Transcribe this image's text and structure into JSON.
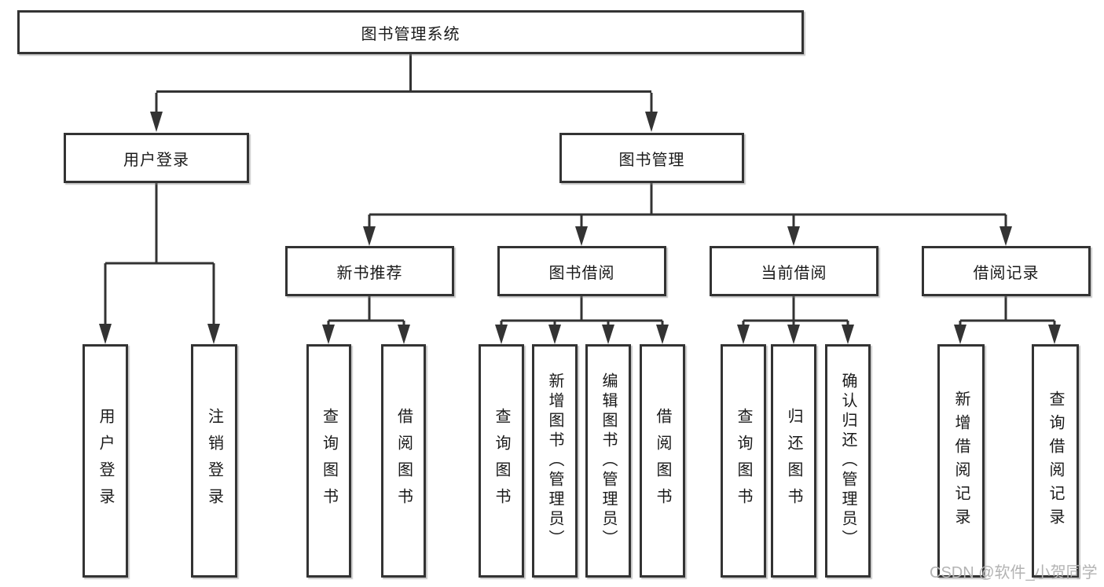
{
  "diagram": {
    "watermark": "CSDN @软件_小贺同学",
    "colors": {
      "background": "#ffffff",
      "line": "#333333",
      "box_border": "#333333",
      "text": "#1a1a1a",
      "watermark": "#b3b3b3"
    },
    "nodes": {
      "root": "图书管理系统",
      "user_login": "用户登录",
      "book_mgmt": "图书管理",
      "new_book_rec": "新书推荐",
      "book_borrow": "图书借阅",
      "current_borrow": "当前借阅",
      "borrow_records": "借阅记录",
      "leaf_user_login": "用户登录",
      "leaf_logout": "注销登录",
      "rec_query_book": "查询图书",
      "rec_borrow_book": "借阅图书",
      "bb_query_book": "查询图书",
      "bb_add_book_admin": "新增图书（管理员）",
      "bb_edit_book_admin": "编辑图书（管理员）",
      "bb_borrow_book": "借阅图书",
      "cb_query_book": "查询图书",
      "cb_return_book": "归还图书",
      "cb_confirm_return_admin": "确认归还（管理员）",
      "br_add_record": "新增借阅记录",
      "br_query_record": "查询借阅记录"
    },
    "edges": [
      "图书管理系统→用户登录",
      "图书管理系统→图书管理",
      "用户登录→用户登录",
      "用户登录→注销登录",
      "图书管理→新书推荐",
      "图书管理→图书借阅",
      "图书管理→当前借阅",
      "图书管理→借阅记录",
      "新书推荐→查询图书",
      "新书推荐→借阅图书",
      "图书借阅→查询图书",
      "图书借阅→新增图书（管理员）",
      "图书借阅→编辑图书（管理员）",
      "图书借阅→借阅图书",
      "当前借阅→查询图书",
      "当前借阅→归还图书",
      "当前借阅→确认归还（管理员）",
      "借阅记录→新增借阅记录",
      "借阅记录→查询借阅记录"
    ]
  }
}
